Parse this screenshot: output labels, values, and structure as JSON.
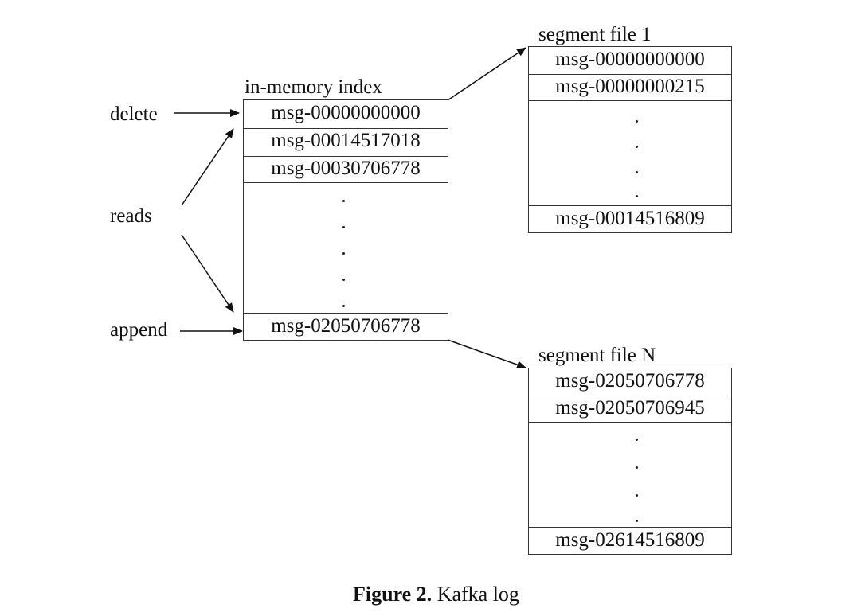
{
  "side_labels": {
    "delete": "delete",
    "reads": "reads",
    "append": "append"
  },
  "index": {
    "title": "in-memory index",
    "entries": [
      "msg-00000000000",
      "msg-00014517018",
      "msg-00030706778"
    ],
    "last_entry": "msg-02050706778"
  },
  "segment_1": {
    "title": "segment file 1",
    "entries": [
      "msg-00000000000",
      "msg-00000000215"
    ],
    "last_entry": "msg-00014516809"
  },
  "segment_n": {
    "title": "segment file N",
    "entries": [
      "msg-02050706778",
      "msg-02050706945"
    ],
    "last_entry": "msg-02614516809"
  },
  "caption": {
    "bold": "Figure 2.",
    "text": "Kafka log"
  }
}
